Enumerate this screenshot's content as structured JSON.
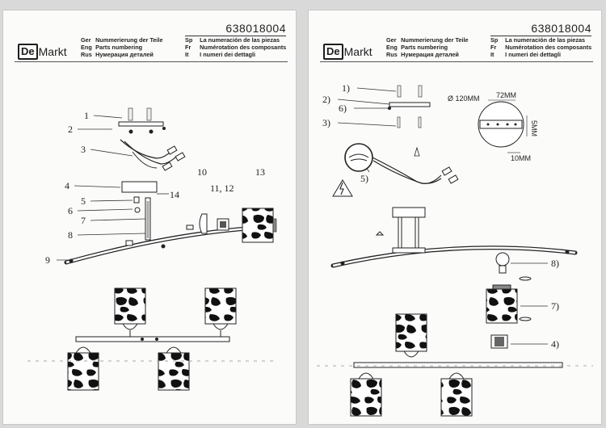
{
  "document": {
    "code": "638018004",
    "logo": {
      "boxed": "De",
      "text": "Markt"
    },
    "header_rows": [
      {
        "k1": "Ger",
        "v1": "Nummerierung der Teile",
        "k2": "Sp",
        "v2": "La numeración de las piezas"
      },
      {
        "k1": "Eng",
        "v1": "Parts numbering",
        "k2": "Fr",
        "v2": "Numérotation des composants"
      },
      {
        "k1": "Rus",
        "v1": "Нумерация деталей",
        "k2": "It",
        "v2": "I numeri dei dettagli"
      }
    ]
  },
  "left_labels": [
    "1",
    "2",
    "3",
    "4",
    "5",
    "6",
    "7",
    "8",
    "9",
    "10",
    "11, 12",
    "13",
    "14"
  ],
  "right_labels": [
    "1)",
    "2)",
    "6)",
    "3)",
    "5)",
    "8)",
    "7)",
    "4)"
  ],
  "dimensions": {
    "diameter": "Ø 120MM",
    "width": "72MM",
    "offset": "10MM",
    "height": "5MM"
  }
}
